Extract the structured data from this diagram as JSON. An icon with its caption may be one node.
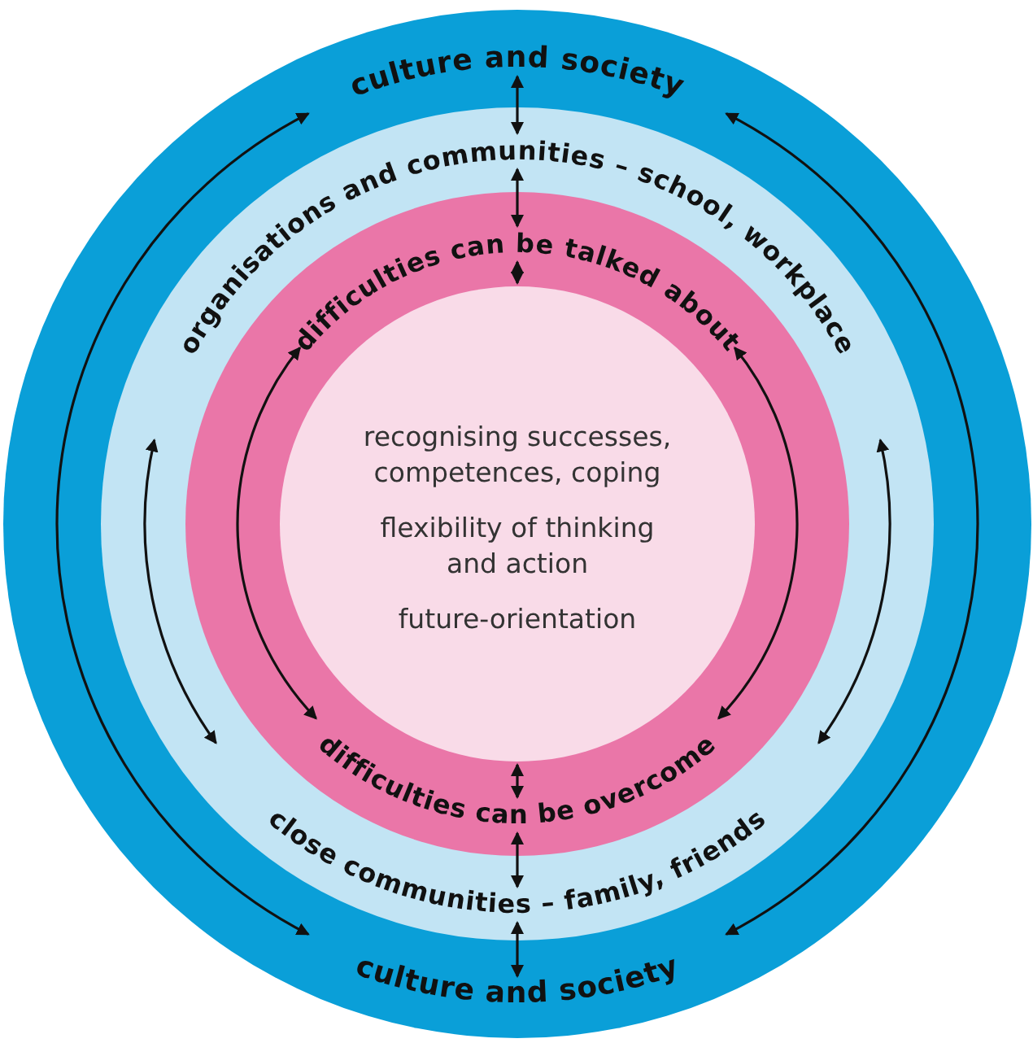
{
  "diagram": {
    "nodes": [
      {
        "text": [],
        "shape": "circle"
      },
      {
        "text": [
          "culture and society"
        ],
        "in": 0
      },
      {
        "text": [],
        "shape": "circle",
        "in": 0
      },
      {
        "text": [
          "organisations and communities – school, workplace"
        ],
        "in": 2
      },
      {
        "text": [],
        "shape": "circle",
        "in": 2
      },
      {
        "text": [
          "difficulties can be talked about"
        ],
        "in": 4
      },
      {
        "text": [
          "recognising successes, competences, coping",
          "flexibility of thinking and action",
          "future-orientation"
        ],
        "in": 4
      },
      {
        "text": [
          "difficulties can be overcome"
        ],
        "in": 4
      },
      {
        "text": [
          "close communities – family, friends"
        ],
        "in": 2
      },
      {
        "text": [
          "culture and society"
        ],
        "in": 0
      }
    ],
    "edges": [
      {
        "from": 1,
        "to": 3,
        "arrow": "both"
      },
      {
        "from": 3,
        "to": 5,
        "arrow": "both"
      },
      {
        "from": 5,
        "to": 6,
        "arrow": "both"
      },
      {
        "from": 6,
        "to": 7,
        "arrow": "both"
      },
      {
        "from": 7,
        "to": 8,
        "arrow": "both"
      },
      {
        "from": 8,
        "to": 9,
        "arrow": "both"
      },
      {
        "from": 1,
        "to": 9,
        "arrow": "both"
      },
      {
        "from": 1,
        "to": 9,
        "arrow": "both"
      },
      {
        "from": 3,
        "to": 8,
        "arrow": "both"
      },
      {
        "from": 3,
        "to": 8,
        "arrow": "both"
      },
      {
        "from": 5,
        "to": 7,
        "arrow": "both"
      },
      {
        "from": 5,
        "to": 7,
        "arrow": "both"
      }
    ]
  }
}
